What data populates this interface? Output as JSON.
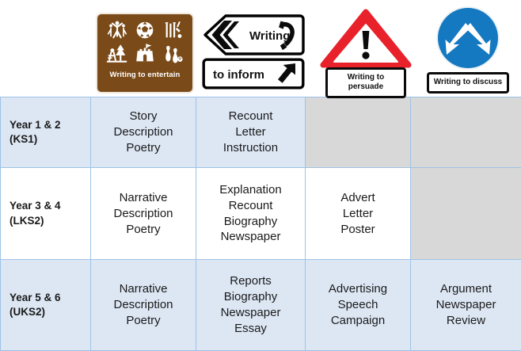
{
  "signs": [
    {
      "id": "writing-to-entertain",
      "type": "brown-tourist-sign",
      "caption": "Writing to entertain",
      "background_color": "#7a4a18",
      "icons": [
        "fountain-figures-icon",
        "football-icon",
        "cricket-wicket-icon",
        "picnic-park-icon",
        "castle-icon",
        "bowling-pins-icon"
      ]
    },
    {
      "id": "writing-to-inform",
      "type": "direction-sign",
      "line1": "Writing",
      "line2": "to inform",
      "icons": [
        "chevron-left-icon",
        "telephone-icon",
        "diagonal-arrow-up-right-icon"
      ],
      "background_color": "#ffffff",
      "border_color": "#000000"
    },
    {
      "id": "writing-to-persuade",
      "type": "warning-triangle-sign",
      "plate_line1": "Writing to",
      "plate_line2": "persuade",
      "icons": [
        "warning-triangle-icon",
        "exclamation-mark-icon"
      ],
      "accent_color": "#e8212b"
    },
    {
      "id": "writing-to-discuss",
      "type": "blue-circle-sign",
      "plate_line1": "Writing to",
      "plate_line2": "discuss",
      "icons": [
        "arrow-down-left-icon",
        "arrow-down-right-icon"
      ],
      "accent_color": "#1479c0"
    }
  ],
  "table": {
    "column_count": 5,
    "border_color": "#9dc3e6",
    "blank_cell_color": "#d8d8d8",
    "band_color": "#dde7f4",
    "rows": [
      {
        "year_line1": "Year 1 & 2",
        "year_line2": "(KS1)",
        "entertain": [
          "Story",
          "Description",
          "Poetry"
        ],
        "inform": [
          "Recount",
          "Letter",
          "Instruction"
        ],
        "persuade": [],
        "discuss": []
      },
      {
        "year_line1": "Year 3 & 4",
        "year_line2": "(LKS2)",
        "entertain": [
          "Narrative",
          "Description",
          "Poetry"
        ],
        "inform": [
          "Explanation",
          "Recount",
          "Biography",
          "Newspaper"
        ],
        "persuade": [
          "Advert",
          "Letter",
          "Poster"
        ],
        "discuss": []
      },
      {
        "year_line1": "Year 5 & 6",
        "year_line2": "(UKS2)",
        "entertain": [
          "Narrative",
          "Description",
          "Poetry"
        ],
        "inform": [
          "Reports",
          "Biography",
          "Newspaper",
          "Essay"
        ],
        "persuade": [
          "Advertising",
          "Speech",
          "Campaign"
        ],
        "discuss": [
          "Argument",
          "Newspaper",
          "Review"
        ]
      }
    ]
  }
}
